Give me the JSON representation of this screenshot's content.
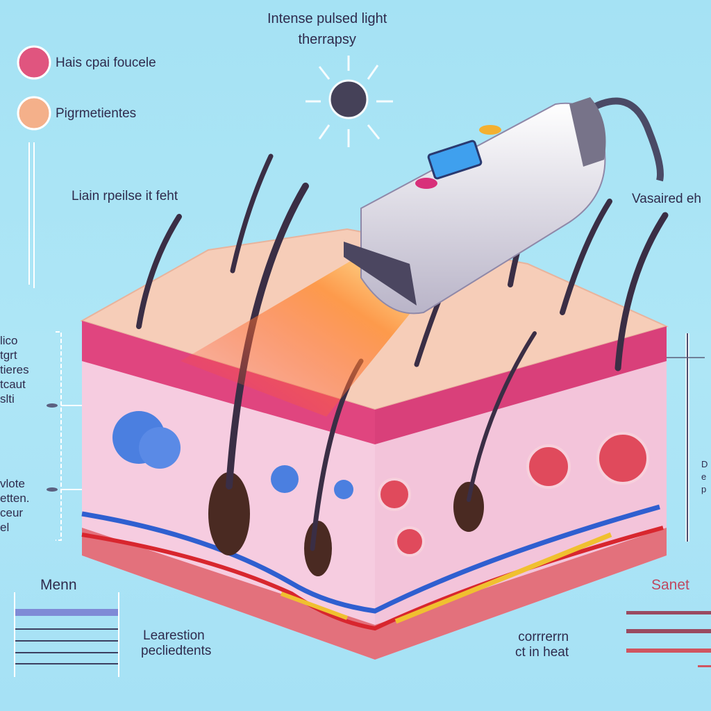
{
  "title": {
    "line1": "Intense pulsed light",
    "line2": "therrapsy"
  },
  "legend": [
    {
      "label": "Hais cpai foucele",
      "color": "#e0557f"
    },
    {
      "label": "Pigrmetientes",
      "color": "#f4b08a"
    }
  ],
  "labels": {
    "light_pulse": "Liain rpeilse it feht",
    "vascular": "Vasaired eh",
    "left_upper": [
      "lico",
      "tgrt",
      "tieres",
      "tcaut",
      "slti"
    ],
    "left_lower": [
      "vlote",
      "etten.",
      "ceur",
      "el"
    ],
    "bottom_left_title": "Menn",
    "bottom_left_caption": [
      "Learestion",
      "pecliedtents"
    ],
    "bottom_right_caption": [
      "corrrerrn",
      "ct in heat"
    ],
    "bottom_right_title": "Sanet",
    "right_edge": [
      "D",
      "e",
      "p"
    ]
  },
  "colors": {
    "background": "#a8e3f5",
    "skin_top": "#f6cdb8",
    "epidermis": "#e0457f",
    "dermis": "#f6c9dc",
    "light_beam": "#ff6a2a",
    "vein": "#2f5fd0",
    "artery": "#d8262e",
    "device": "#eceaf2",
    "screen": "#3fa0ee"
  }
}
